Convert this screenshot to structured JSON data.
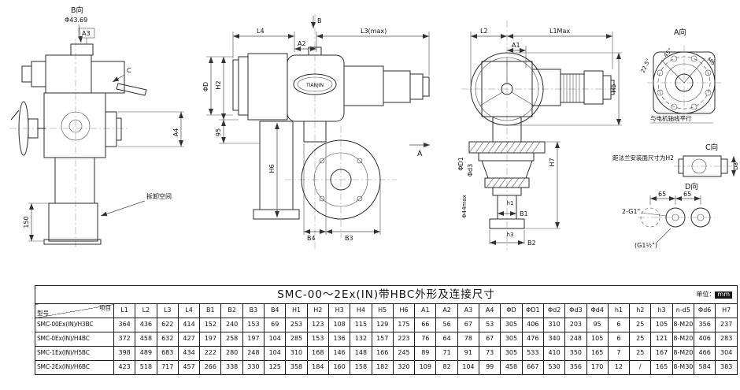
{
  "drawing": {
    "left": {
      "view_title": "B向",
      "dia": "Φ43.69",
      "a3": "A3",
      "c": "C",
      "a4": "A4",
      "space": "拆卸空间",
      "d150": "150"
    },
    "front": {
      "l4": "L4",
      "a2": "A2",
      "b": "B",
      "l3": "L3(max)",
      "phiD": "ΦD",
      "h2": "H2",
      "d95": "95",
      "brand": "TIANJIN",
      "h6": "H6",
      "b4": "B4",
      "b3": "B3",
      "a": "A"
    },
    "side": {
      "l2": "L2",
      "a1": "A1",
      "l1": "L1Max",
      "h5": "H5",
      "h7": "H7",
      "phiD1": "ΦD1",
      "phid3": "Φd3",
      "phi44": "Φ44max",
      "h1": "h1",
      "b1": "B1",
      "h3": "h3",
      "b2": "B2"
    },
    "viewA": {
      "title": "A向",
      "deg45": "45°",
      "deg225": "22.5°",
      "m6": "M6",
      "parallel_note": "与电机轴线平行"
    },
    "viewC": {
      "title": "C向",
      "note": "距法兰安装面尺寸为H2",
      "d8": "D8"
    },
    "viewD": {
      "title": "D向",
      "s65a": "65",
      "s65b": "65",
      "port": "2-G1\"",
      "port_alt": "(G1½\")"
    }
  },
  "table": {
    "title": "SMC-00～2Ex(IN)带HBC外形及连接尺寸",
    "unit_label": "单位：",
    "unit_value": "mm",
    "corner_top": "项目",
    "corner_bottom": "型号",
    "columns": [
      "L1",
      "L2",
      "L3",
      "L4",
      "B1",
      "B2",
      "B3",
      "B4",
      "H1",
      "H2",
      "H3",
      "H4",
      "H5",
      "H6",
      "A1",
      "A2",
      "A3",
      "A4",
      "ΦD",
      "ΦD1",
      "Φd2",
      "Φd3",
      "Φd4",
      "h1",
      "h2",
      "h3",
      "n-d5",
      "Φd6",
      "H7"
    ],
    "rows": [
      {
        "model": "SMC-00Ex(IN)/H3BC",
        "values": [
          "364",
          "436",
          "622",
          "414",
          "152",
          "240",
          "153",
          "69",
          "253",
          "123",
          "108",
          "115",
          "129",
          "175",
          "66",
          "56",
          "67",
          "53",
          "305",
          "406",
          "310",
          "203",
          "95",
          "6",
          "25",
          "105",
          "8-M20",
          "356",
          "237"
        ]
      },
      {
        "model": "SMC-0Ex(IN)/H4BC",
        "values": [
          "372",
          "458",
          "632",
          "427",
          "197",
          "258",
          "197",
          "104",
          "285",
          "153",
          "136",
          "132",
          "157",
          "223",
          "76",
          "64",
          "78",
          "67",
          "305",
          "476",
          "340",
          "248",
          "105",
          "6",
          "25",
          "121",
          "8-M20",
          "406",
          "283"
        ]
      },
      {
        "model": "SMC-1Ex(IN)/H5BC",
        "values": [
          "398",
          "489",
          "683",
          "434",
          "222",
          "280",
          "248",
          "104",
          "310",
          "168",
          "146",
          "148",
          "166",
          "245",
          "89",
          "71",
          "91",
          "73",
          "305",
          "533",
          "410",
          "350",
          "165",
          "7",
          "25",
          "167",
          "8-M20",
          "466",
          "304"
        ]
      },
      {
        "model": "SMC-2Ex(IN)/H6BC",
        "values": [
          "423",
          "518",
          "717",
          "457",
          "266",
          "338",
          "330",
          "125",
          "358",
          "184",
          "160",
          "158",
          "182",
          "320",
          "109",
          "82",
          "104",
          "99",
          "458",
          "667",
          "530",
          "356",
          "170",
          "12",
          "/",
          "165",
          "8-M30",
          "584",
          "383"
        ]
      }
    ]
  }
}
